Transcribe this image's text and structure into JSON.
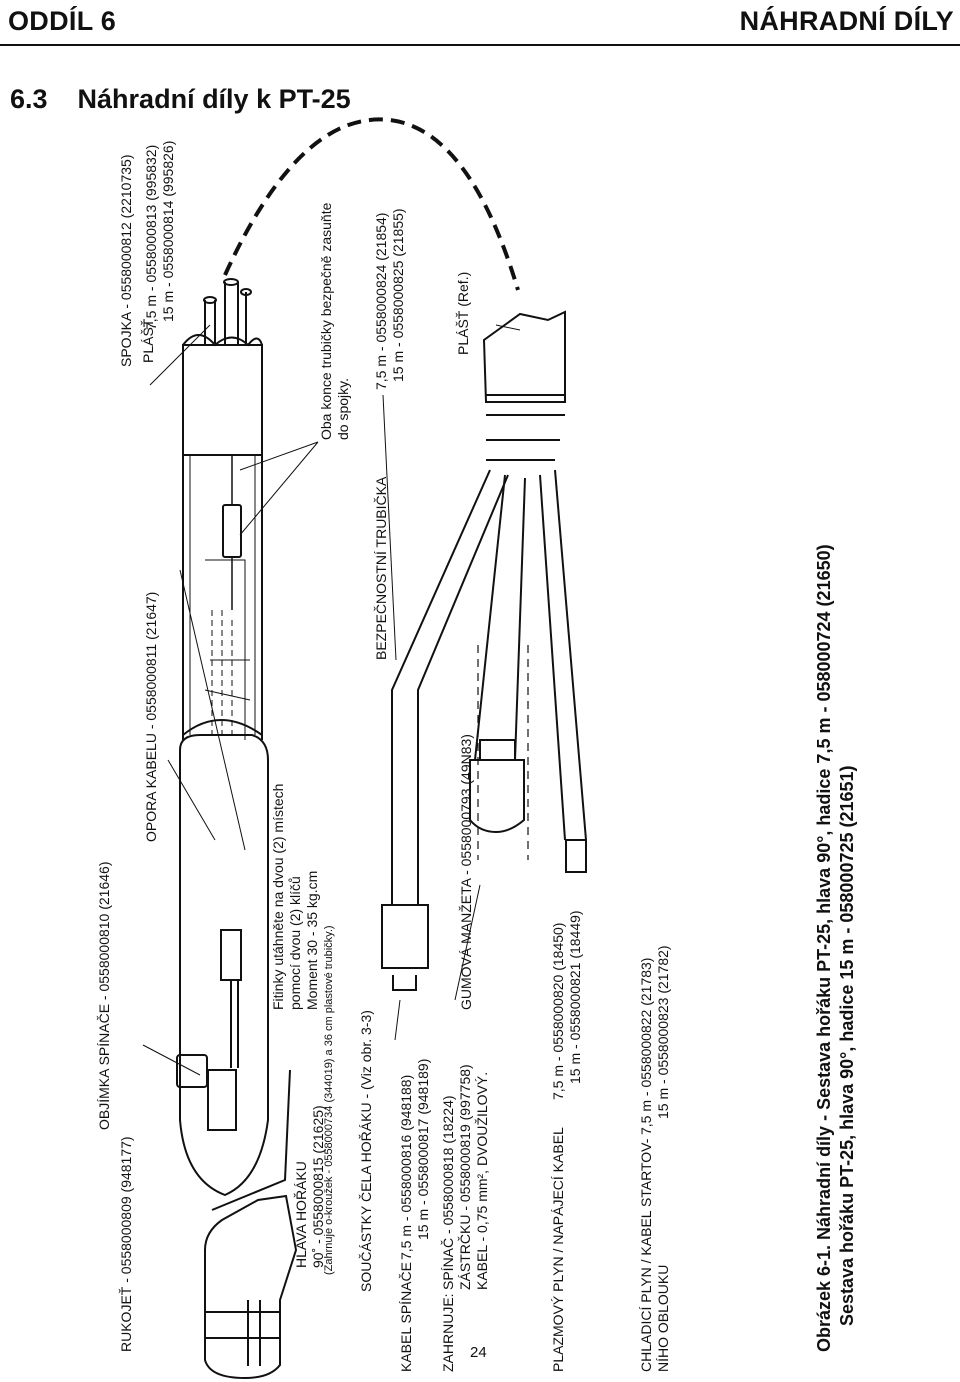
{
  "header": {
    "section": "ODDÍL 6",
    "title": "NÁHRADNÍ DÍLY"
  },
  "section_title": {
    "number": "6.3",
    "text": "Náhradní díly k PT-25"
  },
  "labels": {
    "rukojet": "RUKOJEŤ - 0558000809 (948177)",
    "objimka": "OBJÍMKA SPÍNAČE - 0558000810 (21646)",
    "opora": "OPORA KABELU - 0558000811 (21647)",
    "spojka": "SPOJKA - 0558000812 (2210735)",
    "plast": "PLÁŠŤ",
    "plast_75": "7,5 m - 0558000813 (995832)",
    "plast_15": "15 m - 0558000814 (995826)",
    "fitinky": [
      "Fitinky utáhněte na dvou (2) místech",
      "pomocí dvou (2) klíčů",
      "Moment 30 - 35 kg.cm"
    ],
    "fitinky_note": "(Zahrnuje o-kroužek - 0558000734 (344019) a 36 cm plastové trubičky.)",
    "hlava_title": "HLAVA HOŘÁKU",
    "hlava_part": "90˚ - 0558000815 (21625)",
    "oba_konce": [
      "Oba konce trubičky bezpečně zasuňte",
      "do spojky."
    ],
    "soucastky": "SOUČÁSTKY ČELA HOŘÁKU - (Viz obr. 3-3)",
    "bezpecnostni": "BEZPEČNOSTNÍ TRUBIČKA",
    "bezp_75": "7,5 m - 0558000824 (21854)",
    "bezp_15": "15 m - 0558000825 (21855)",
    "plast_ref": "PLÁŠŤ (Ref.)",
    "kabel_spinace": "KABEL SPÍNAČE",
    "kabel_75": "7,5 m - 0558000816 (948188)",
    "kabel_15": "15 m - 0558000817 (948189)",
    "zahrnuje": "ZAHRNUJE:",
    "spinac": "SPÍNAČ - 0558000818 (18224)",
    "zastrcku": "ZÁSTRČKU - 0558000819 (997758)",
    "kabel_prurez": "KABEL - 0,75 mm², DVOUŽILOVÝ.",
    "gumova": "GUMOVÁ MANŽETA - 0558000793 (49N83)",
    "plazmovy": "PLAZMOVÝ PLYN / NAPÁJECÍ KABEL",
    "plaz_75": "7,5 m - 0558000820 (18450)",
    "plaz_15": "15 m - 0558000821 (18449)",
    "chladici_1": "CHLADICÍ PLYN / KABEL STARTOV-",
    "chladici_2": "NÍHO OBLOUKU",
    "chlad_75": "7,5 m - 0558000822 (21783)",
    "chlad_15": "15 m - 0558000823 (21782)"
  },
  "caption": {
    "line1": "Obrázek 6-1. Náhradní díly  - Sestava hořáku PT-25, hlava 90°, hadice 7,5 m - 058000724 (21650)",
    "line2": "Sestava hořáku PT-25, hlava 90°, hadice 15 m - 058000725 (21651)"
  },
  "page_number": "24"
}
